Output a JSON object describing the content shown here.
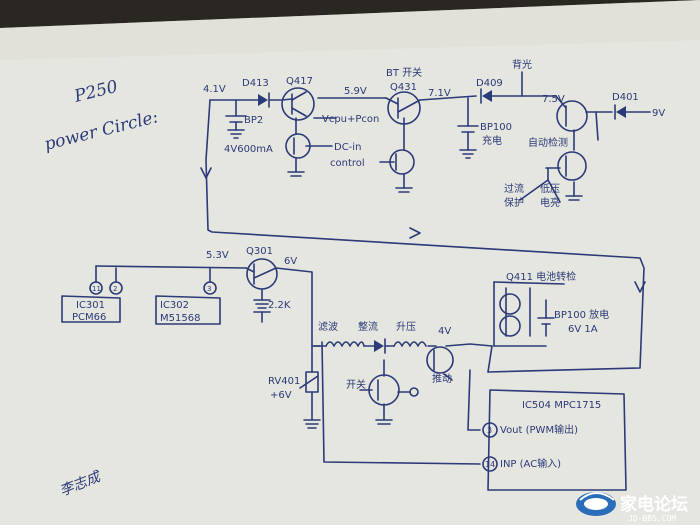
{
  "title": {
    "line1": "P250",
    "line2": "power Circle:"
  },
  "signature": "李志成",
  "top_section": {
    "v_4_1": "4.1V",
    "d413": "D413",
    "q417": "Q417",
    "bp2": "BP2",
    "battery": "4V600mA",
    "v_5_9": "5.9V",
    "vcpu": "Vcpu+Pcon",
    "dc_in": "DC-in",
    "control": "control",
    "bt_switch": "BT 开关",
    "q431": "Q431",
    "v_7_1": "7.1V",
    "d409": "D409",
    "backlight": "背光",
    "bp100": "BP100",
    "charge": "充电",
    "v_7_5": "7.5V",
    "d401": "D401",
    "v_9": "9V",
    "auto_detect": "自动检测",
    "over_protect_1": "过流",
    "over_protect_2": "保护",
    "low_voltage_1": "低压",
    "low_voltage_2": "电亮"
  },
  "bottom_section": {
    "v_5_3": "5.3V",
    "q301": "Q301",
    "v_6": "6V",
    "ic301": "IC301",
    "ic301_part": "PCM66",
    "pin_11": "11",
    "pin_2": "2",
    "ic302": "IC302",
    "ic302_part": "M51568",
    "pin_3": "3",
    "r_2_2k": "2.2K",
    "q411": "Q411 电池转检",
    "bp100": "BP100 放电",
    "bp100_spec": "6V 1A",
    "filter": "滤波",
    "rectify": "整流",
    "boost": "升压",
    "v_4": "4V",
    "rv401": "RV401",
    "v_6_out": "+6V",
    "switch": "开关",
    "drive": "推动",
    "ic304": "IC504 MPC1715",
    "pin_3b": "3",
    "vout": "Vout (PWM输出)",
    "pin_14": "14",
    "inp": "INP (AC输入)"
  },
  "watermark": {
    "text": "家电论坛",
    "url": "JD-BBS.COM"
  },
  "colors": {
    "ink": "#2b3a78",
    "paper": "#e6e6e0",
    "watermark": "#2a6db8"
  }
}
